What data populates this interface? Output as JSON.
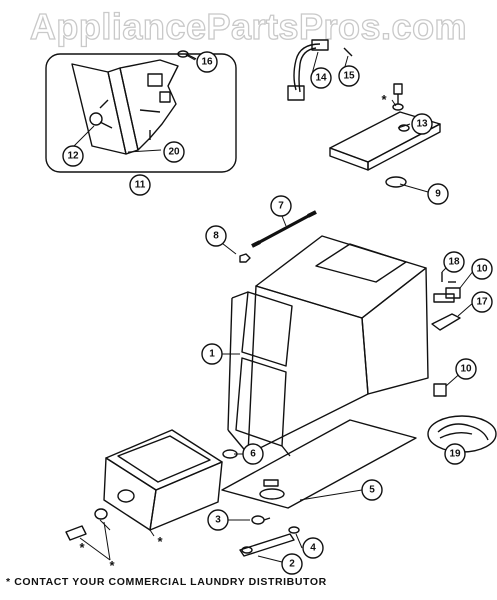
{
  "watermark": "AppliancePartsPros.com",
  "callouts": {
    "c1": "1",
    "c2": "2",
    "c3": "3",
    "c4": "4",
    "c5": "5",
    "c6": "6",
    "c7": "7",
    "c8": "8",
    "c9": "9",
    "c10a": "10",
    "c10b": "10",
    "c11": "11",
    "c12": "12",
    "c13": "13",
    "c14": "14",
    "c15": "15",
    "c16": "16",
    "c17": "17",
    "c18": "18",
    "c19": "19",
    "c20": "20"
  },
  "asterisk_marks": {
    "a1": "*",
    "a2": "*",
    "a3": "*",
    "a4": "*"
  },
  "footnote": "* CONTACT YOUR COMMERCIAL LAUNDRY DISTRIBUTOR"
}
